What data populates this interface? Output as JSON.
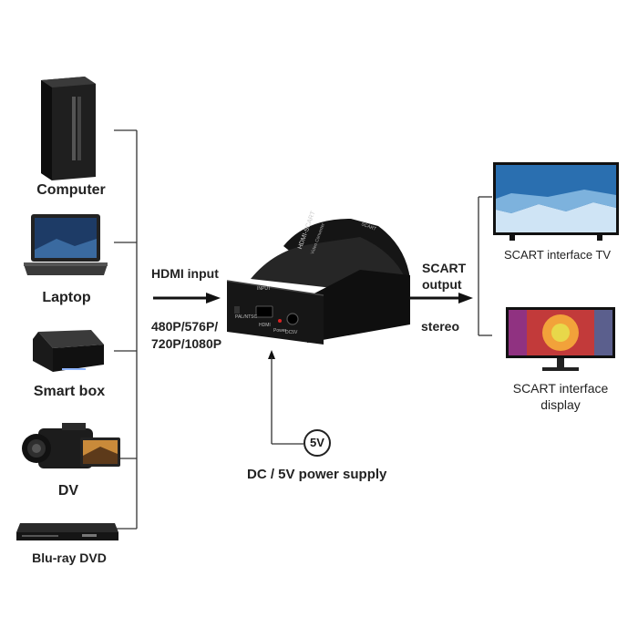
{
  "sources": [
    {
      "label": "Computer",
      "icon": "computer-tower-icon"
    },
    {
      "label": "Laptop",
      "icon": "laptop-icon"
    },
    {
      "label": "Smart box",
      "icon": "smart-box-icon"
    },
    {
      "label": "DV",
      "icon": "camcorder-icon"
    },
    {
      "label": "Blu-ray DVD",
      "icon": "bluray-player-icon"
    }
  ],
  "input": {
    "label": "HDMI input",
    "resolutions_line1": "480P/576P/",
    "resolutions_line2": "720P/1080P"
  },
  "converter": {
    "icon": "hdmi-to-scart-converter-icon",
    "top_label": "HDMI-SCART",
    "sub_label": "Video Converter",
    "port_switch": "PAL/NTSC",
    "port_hdmi": "HDMI",
    "port_power": "Power",
    "port_dc": "DC5V",
    "port_input": "INPUT",
    "port_scart": "SCART"
  },
  "power": {
    "badge": "5V",
    "label": "DC / 5V power supply"
  },
  "output": {
    "label_line1": "SCART",
    "label_line2": "output",
    "audio": "stereo"
  },
  "destinations": [
    {
      "label_line1": "SCART interface TV",
      "label_line2": "",
      "icon": "tv-icon"
    },
    {
      "label_line1": "SCART interface",
      "label_line2": "display",
      "icon": "monitor-icon"
    }
  ],
  "colors": {
    "device_body": "#111111",
    "line": "#333333"
  }
}
